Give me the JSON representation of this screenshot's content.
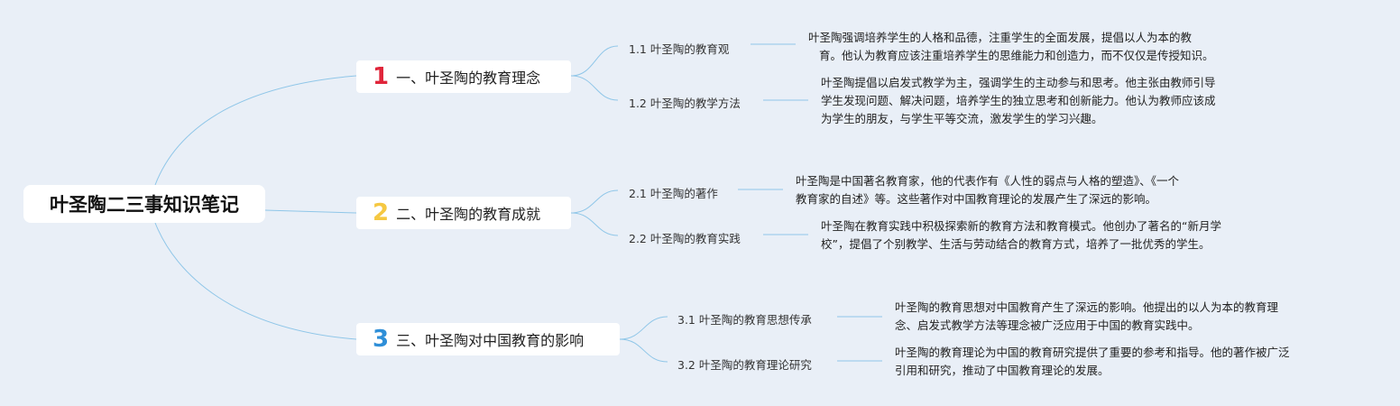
{
  "root": {
    "title": "叶圣陶二三事知识笔记"
  },
  "branches": [
    {
      "number": "1",
      "number_color": "#e0253a",
      "title": "一、叶圣陶的教育理念",
      "children": [
        {
          "title": "1.1 叶圣陶的教育观",
          "text_lines": [
            "叶圣陶强调培养学生的人格和品德，注重学生的全面发展，提倡以人为本的教",
            "育。他认为教育应该注重培养学生的思维能力和创造力，而不仅仅是传授知识。"
          ]
        },
        {
          "title": "1.2 叶圣陶的教学方法",
          "text_lines": [
            "叶圣陶提倡以启发式教学为主，强调学生的主动参与和思考。他主张由教师引导",
            "学生发现问题、解决问题，培养学生的独立思考和创新能力。他认为教师应该成",
            "为学生的朋友，与学生平等交流，激发学生的学习兴趣。"
          ]
        }
      ]
    },
    {
      "number": "2",
      "number_color": "#f5c842",
      "title": "二、叶圣陶的教育成就",
      "children": [
        {
          "title": "2.1 叶圣陶的著作",
          "text_lines": [
            "叶圣陶是中国著名教育家，他的代表作有《人性的弱点与人格的塑造》、《一个",
            "教育家的自述》等。这些著作对中国教育理论的发展产生了深远的影响。"
          ]
        },
        {
          "title": "2.2 叶圣陶的教育实践",
          "text_lines": [
            "叶圣陶在教育实践中积极探索新的教育方法和教育模式。他创办了著名的“新月学",
            "校”，提倡了个别教学、生活与劳动结合的教育方式，培养了一批优秀的学生。"
          ]
        }
      ]
    },
    {
      "number": "3",
      "number_color": "#2f8fd8",
      "title": "三、叶圣陶对中国教育的影响",
      "children": [
        {
          "title": "3.1 叶圣陶的教育思想传承",
          "text_lines": [
            "叶圣陶的教育思想对中国教育产生了深远的影响。他提出的以人为本的教育理",
            "念、启发式教学方法等理念被广泛应用于中国的教育实践中。"
          ]
        },
        {
          "title": "3.2 叶圣陶的教育理论研究",
          "text_lines": [
            "叶圣陶的教育理论为中国的教育研究提供了重要的参考和指导。他的著作被广泛",
            "引用和研究，推动了中国教育理论的发展。"
          ]
        }
      ]
    }
  ],
  "colors": {
    "background": "#e9eff7",
    "connector": "#8fc6e8"
  }
}
